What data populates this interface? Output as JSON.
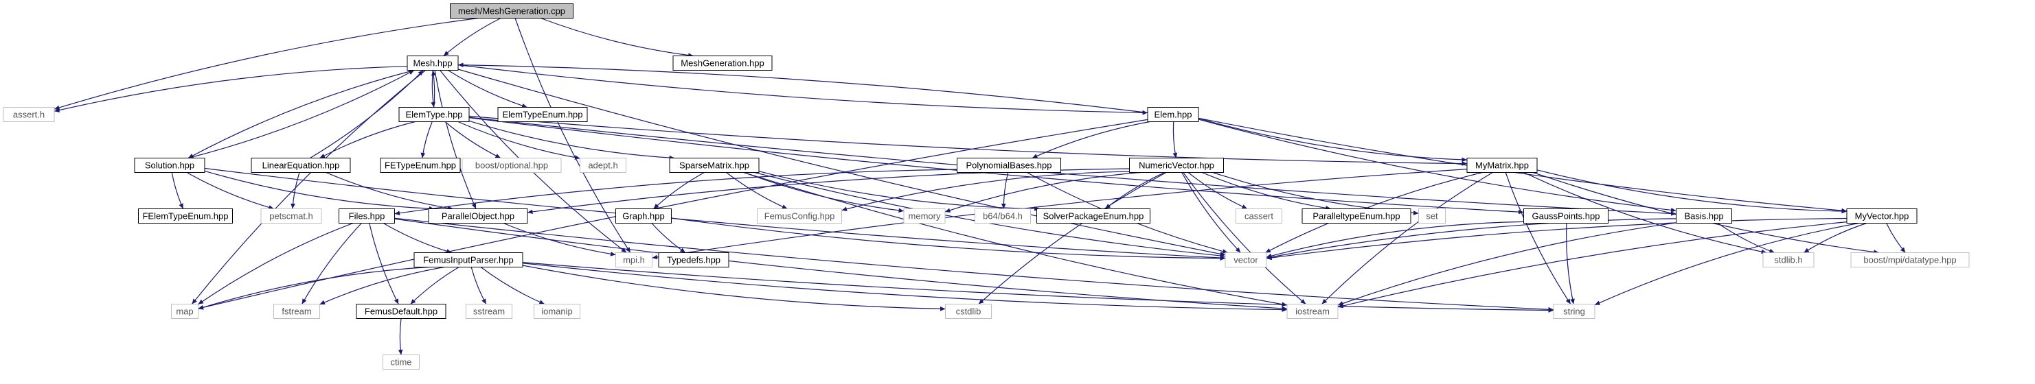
{
  "graph": {
    "root": "mesh/MeshGeneration.cpp",
    "colors": {
      "root_fill": "#bfbfbf",
      "node_border": "#000000",
      "external_border": "#bfbfbf",
      "edge": "#191970"
    },
    "nodes": [
      {
        "id": "root",
        "label": "mesh/MeshGeneration.cpp",
        "kind": "root"
      },
      {
        "id": "mesh",
        "label": "Mesh.hpp",
        "kind": "local"
      },
      {
        "id": "meshgen",
        "label": "MeshGeneration.hpp",
        "kind": "local"
      },
      {
        "id": "assert",
        "label": "assert.h",
        "kind": "external"
      },
      {
        "id": "elemtype",
        "label": "ElemType.hpp",
        "kind": "local"
      },
      {
        "id": "elemtypeenum",
        "label": "ElemTypeEnum.hpp",
        "kind": "local"
      },
      {
        "id": "elem",
        "label": "Elem.hpp",
        "kind": "local"
      },
      {
        "id": "solution",
        "label": "Solution.hpp",
        "kind": "local"
      },
      {
        "id": "linearequation",
        "label": "LinearEquation.hpp",
        "kind": "local"
      },
      {
        "id": "fetypeenum",
        "label": "FETypeEnum.hpp",
        "kind": "local"
      },
      {
        "id": "boostoptional",
        "label": "boost/optional.hpp",
        "kind": "external"
      },
      {
        "id": "adeptht",
        "label": "adept.h",
        "kind": "external"
      },
      {
        "id": "sparsematrix",
        "label": "SparseMatrix.hpp",
        "kind": "local"
      },
      {
        "id": "polynomialbases",
        "label": "PolynomialBases.hpp",
        "kind": "local"
      },
      {
        "id": "numericvector",
        "label": "NumericVector.hpp",
        "kind": "local"
      },
      {
        "id": "mymatrix",
        "label": "MyMatrix.hpp",
        "kind": "local"
      },
      {
        "id": "felemtypeenum",
        "label": "FElemTypeEnum.hpp",
        "kind": "local"
      },
      {
        "id": "petscmat",
        "label": "petscmat.h",
        "kind": "external"
      },
      {
        "id": "parallelobject",
        "label": "ParallelObject.hpp",
        "kind": "local"
      },
      {
        "id": "files",
        "label": "Files.hpp",
        "kind": "local"
      },
      {
        "id": "graphhpp",
        "label": "Graph.hpp",
        "kind": "local"
      },
      {
        "id": "femusconfig",
        "label": "FemusConfig.hpp",
        "kind": "external"
      },
      {
        "id": "memory",
        "label": "memory",
        "kind": "external"
      },
      {
        "id": "b64",
        "label": "b64/b64.h",
        "kind": "external"
      },
      {
        "id": "solverpackageenum",
        "label": "SolverPackageEnum.hpp",
        "kind": "local"
      },
      {
        "id": "cassert",
        "label": "cassert",
        "kind": "external"
      },
      {
        "id": "paralleltypeenum",
        "label": "ParalleltypeEnum.hpp",
        "kind": "local"
      },
      {
        "id": "set",
        "label": "set",
        "kind": "external"
      },
      {
        "id": "gausspoints",
        "label": "GaussPoints.hpp",
        "kind": "local"
      },
      {
        "id": "basis",
        "label": "Basis.hpp",
        "kind": "local"
      },
      {
        "id": "myvector",
        "label": "MyVector.hpp",
        "kind": "local"
      },
      {
        "id": "mpi",
        "label": "mpi.h",
        "kind": "external"
      },
      {
        "id": "typedefs",
        "label": "Typedefs.hpp",
        "kind": "local"
      },
      {
        "id": "vector",
        "label": "vector",
        "kind": "external"
      },
      {
        "id": "stdlib",
        "label": "stdlib.h",
        "kind": "external"
      },
      {
        "id": "boostmpidatatype",
        "label": "boost/mpi/datatype.hpp",
        "kind": "external"
      },
      {
        "id": "femusinputparser",
        "label": "FemusInputParser.hpp",
        "kind": "local"
      },
      {
        "id": "map",
        "label": "map",
        "kind": "external"
      },
      {
        "id": "fstream",
        "label": "fstream",
        "kind": "external"
      },
      {
        "id": "femusdefault",
        "label": "FemusDefault.hpp",
        "kind": "local"
      },
      {
        "id": "sstream",
        "label": "sstream",
        "kind": "external"
      },
      {
        "id": "iomanip",
        "label": "iomanip",
        "kind": "external"
      },
      {
        "id": "cstdlib",
        "label": "cstdlib",
        "kind": "external"
      },
      {
        "id": "iostream",
        "label": "iostream",
        "kind": "external"
      },
      {
        "id": "string",
        "label": "string",
        "kind": "external"
      },
      {
        "id": "ctime",
        "label": "ctime",
        "kind": "external"
      }
    ],
    "edges": [
      [
        "root",
        "mesh"
      ],
      [
        "root",
        "meshgen"
      ],
      [
        "root",
        "assert"
      ],
      [
        "root",
        "mpi"
      ],
      [
        "mesh",
        "assert"
      ],
      [
        "mesh",
        "elemtype"
      ],
      [
        "mesh",
        "elemtypeenum"
      ],
      [
        "mesh",
        "elem"
      ],
      [
        "mesh",
        "solution"
      ],
      [
        "mesh",
        "parallelobject"
      ],
      [
        "mesh",
        "vector"
      ],
      [
        "mesh",
        "map"
      ],
      [
        "mesh",
        "mpi"
      ],
      [
        "elemtype",
        "mesh"
      ],
      [
        "elemtype",
        "linearequation"
      ],
      [
        "elemtype",
        "fetypeenum"
      ],
      [
        "elemtype",
        "boostoptional"
      ],
      [
        "elemtype",
        "adeptht"
      ],
      [
        "elemtype",
        "sparsematrix"
      ],
      [
        "elemtype",
        "basis"
      ],
      [
        "elemtype",
        "gausspoints"
      ],
      [
        "elemtype",
        "mymatrix"
      ],
      [
        "elem",
        "mesh"
      ],
      [
        "elem",
        "polynomialbases"
      ],
      [
        "elem",
        "numericvector"
      ],
      [
        "elem",
        "mymatrix"
      ],
      [
        "elem",
        "basis"
      ],
      [
        "elem",
        "myvector"
      ],
      [
        "elem",
        "map"
      ],
      [
        "solution",
        "mesh"
      ],
      [
        "solution",
        "felemtypeenum"
      ],
      [
        "solution",
        "petscmat"
      ],
      [
        "solution",
        "parallelobject"
      ],
      [
        "solution",
        "vector"
      ],
      [
        "linearequation",
        "mesh"
      ],
      [
        "linearequation",
        "petscmat"
      ],
      [
        "linearequation",
        "parallelobject"
      ],
      [
        "sparsematrix",
        "graphhpp"
      ],
      [
        "sparsematrix",
        "femusconfig"
      ],
      [
        "sparsematrix",
        "memory"
      ],
      [
        "sparsematrix",
        "solverpackageenum"
      ],
      [
        "sparsematrix",
        "vector"
      ],
      [
        "sparsematrix",
        "iostream"
      ],
      [
        "polynomialbases",
        "files"
      ],
      [
        "polynomialbases",
        "b64"
      ],
      [
        "polynomialbases",
        "vector"
      ],
      [
        "numericvector",
        "femusconfig"
      ],
      [
        "numericvector",
        "memory"
      ],
      [
        "numericvector",
        "solverpackageenum"
      ],
      [
        "numericvector",
        "cassert"
      ],
      [
        "numericvector",
        "paralleltypeenum"
      ],
      [
        "numericvector",
        "set"
      ],
      [
        "numericvector",
        "vector"
      ],
      [
        "numericvector",
        "cstdlib"
      ],
      [
        "numericvector",
        "iostream"
      ],
      [
        "numericvector",
        "parallelobject"
      ],
      [
        "mymatrix",
        "myvector"
      ],
      [
        "mymatrix",
        "vector"
      ],
      [
        "mymatrix",
        "stdlib"
      ],
      [
        "mymatrix",
        "boostmpidatatype"
      ],
      [
        "mymatrix",
        "iostream"
      ],
      [
        "mymatrix",
        "mpi"
      ],
      [
        "mymatrix",
        "string"
      ],
      [
        "parallelobject",
        "mpi"
      ],
      [
        "files",
        "femusinputparser"
      ],
      [
        "files",
        "femusdefault"
      ],
      [
        "files",
        "map"
      ],
      [
        "files",
        "fstream"
      ],
      [
        "files",
        "string"
      ],
      [
        "files",
        "iostream"
      ],
      [
        "graphhpp",
        "typedefs"
      ],
      [
        "graphhpp",
        "vector"
      ],
      [
        "gausspoints",
        "vector"
      ],
      [
        "gausspoints",
        "string"
      ],
      [
        "basis",
        "vector"
      ],
      [
        "basis",
        "stdlib"
      ],
      [
        "basis",
        "iostream"
      ],
      [
        "myvector",
        "vector"
      ],
      [
        "myvector",
        "stdlib"
      ],
      [
        "myvector",
        "boostmpidatatype"
      ],
      [
        "myvector",
        "iostream"
      ],
      [
        "myvector",
        "string"
      ],
      [
        "femusinputparser",
        "map"
      ],
      [
        "femusinputparser",
        "femusdefault"
      ],
      [
        "femusinputparser",
        "fstream"
      ],
      [
        "femusinputparser",
        "sstream"
      ],
      [
        "femusinputparser",
        "iomanip"
      ],
      [
        "femusinputparser",
        "cstdlib"
      ],
      [
        "femusinputparser",
        "iostream"
      ],
      [
        "femusinputparser",
        "string"
      ],
      [
        "femusdefault",
        "ctime"
      ]
    ]
  }
}
